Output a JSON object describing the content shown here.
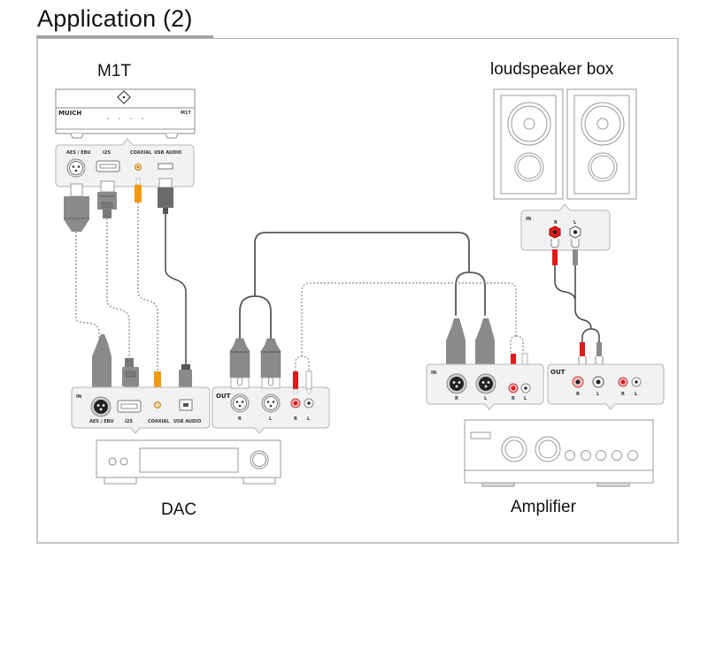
{
  "title": "Application (2)",
  "devices": {
    "m1t": {
      "label": "M1T",
      "brand": "MUICH",
      "model": "M1T",
      "ports": [
        "AES / EBU",
        "I2S",
        "COAXIAL",
        "USB AUDIO"
      ]
    },
    "speakers": {
      "label": "loudspeaker box",
      "panel_label": "IN",
      "ports": [
        "R",
        "L"
      ]
    },
    "dac": {
      "label": "DAC",
      "in_panel": {
        "label": "IN",
        "ports": [
          "AES / EBU",
          "I2S",
          "COAXIAL",
          "USB AUDIO"
        ]
      },
      "out_panel": {
        "label": "OUT",
        "ports": [
          "R",
          "L",
          "R",
          "L"
        ]
      }
    },
    "amplifier": {
      "label": "Amplifier",
      "in_panel": {
        "label": "IN",
        "ports": [
          "R",
          "L",
          "R",
          "L"
        ]
      },
      "out_panel": {
        "label": "OUT",
        "ports": [
          "R",
          "L",
          "R",
          "L"
        ]
      }
    }
  },
  "colors": {
    "cable_dark": "#555555",
    "cable_dotted": "#9a9a9a",
    "rca_red": "#e01a1a",
    "coax_orange": "#f39a12",
    "plug_gray": "#8a8a8a",
    "panel_fill": "#f2f2f2",
    "panel_stroke": "#b5b5b5"
  }
}
